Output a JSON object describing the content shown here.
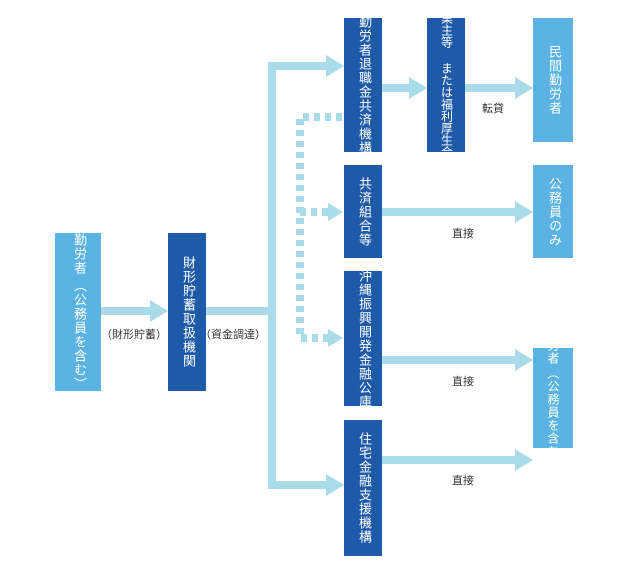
{
  "nodes": {
    "worker": {
      "title": "勤労者",
      "sub": "（公務員を含む）"
    },
    "zaikei_institution": "財形貯蓄取扱機関",
    "kinrosha_taishoku": "勤労者退職金共済機構",
    "employer": {
      "line1": "事業主等 または",
      "line2": "福利厚生会社"
    },
    "private_worker": "民間勤労者",
    "kyosai_kumiai": "共済組合等",
    "public_servant_only": "公務員のみ",
    "okinawa": "沖縄振興開発金融公庫",
    "worker_right": {
      "title": "勤労者",
      "sub": "（公務員を含む）"
    },
    "jutaku": "住宅金融支援機構"
  },
  "labels": {
    "zaikei_chochiku": "（財形貯蓄）",
    "shikin_chotatsu": "（資金調達）",
    "tentai": "転貸",
    "chokusetsu_1": "直接",
    "chokusetsu_2": "直接",
    "chokusetsu_3": "直接"
  },
  "colors": {
    "dark_box": "#1e5aa8",
    "light_box": "#5ab3e2",
    "arrow": "#a9dbe8"
  }
}
